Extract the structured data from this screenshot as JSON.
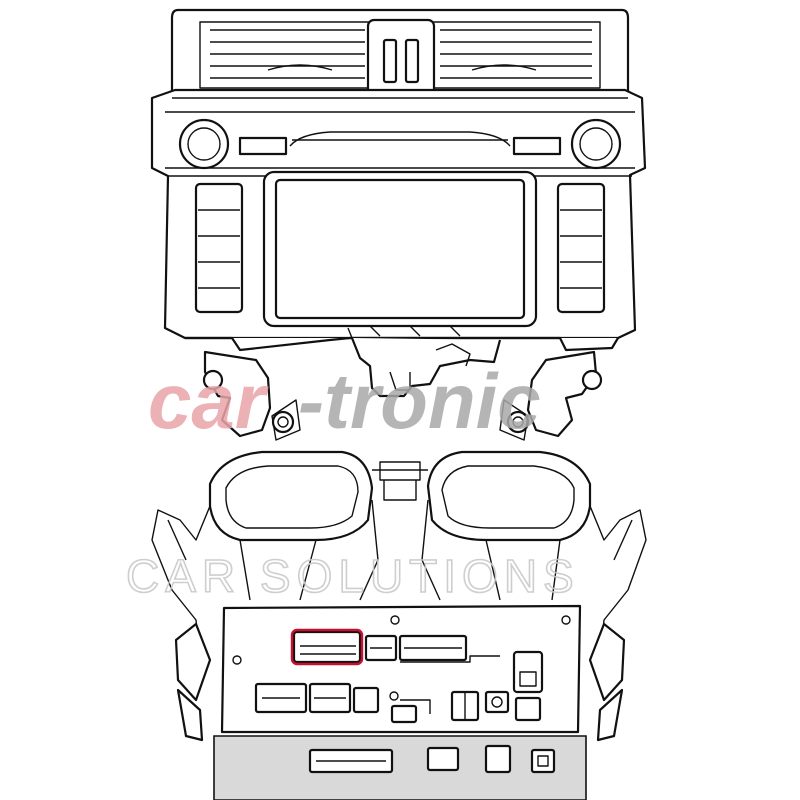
{
  "watermark": {
    "brand_part_1": "car",
    "brand_part_2": "-tronic",
    "tagline": "CAR SOLUTIONS",
    "color_brand_red": "#e8a4a8",
    "color_brand_gray": "#a9a9a9"
  },
  "diagram": {
    "highlight_color": "#c8102e",
    "highlighted_part": "connector-socket"
  }
}
